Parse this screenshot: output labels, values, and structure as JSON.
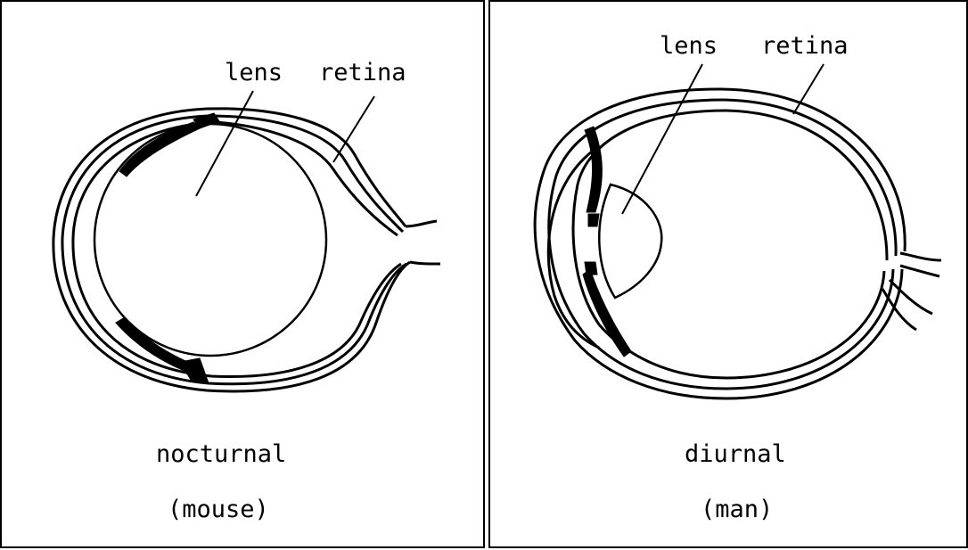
{
  "panels": [
    {
      "lens_label": "lens",
      "retina_label": "retina",
      "caption": "nocturnal",
      "subcaption": "(mouse)"
    },
    {
      "lens_label": "lens",
      "retina_label": "retina",
      "caption": "diurnal",
      "subcaption": "(man)"
    }
  ],
  "colors": {
    "line": "#000000",
    "background": "#ffffff"
  }
}
